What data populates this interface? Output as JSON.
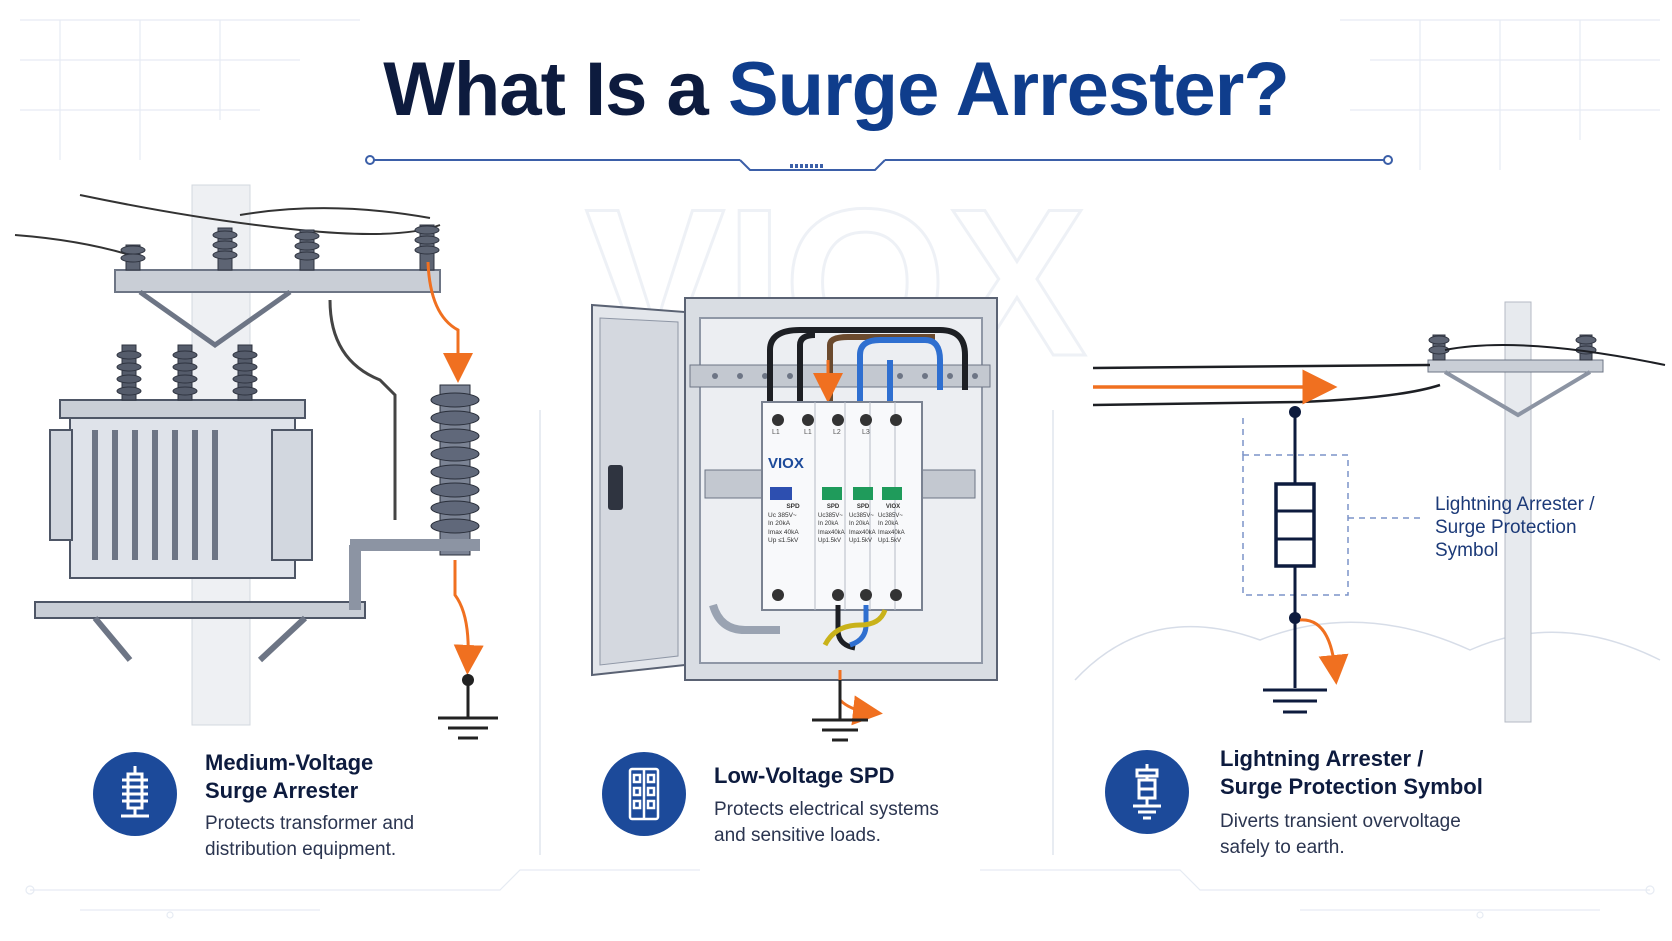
{
  "title": {
    "part1": "What Is a",
    "part2": "Surge Arrester?"
  },
  "watermark": "VIOX",
  "spd_panel": {
    "brand": "VIOX",
    "modules": [
      {
        "top_label": "L1",
        "type": "SPD",
        "spec1": "Uc 385V~",
        "spec2": "In 20kA",
        "spec3": "Imax 40kA",
        "spec4": "Up ≤1.5kV"
      },
      {
        "top_label": "L1",
        "type": "SPD",
        "spec1": "Uc385V~",
        "spec2": "In 20kA",
        "spec3": "Imax40kA",
        "spec4": "Up1.5kV"
      },
      {
        "top_label": "L2",
        "type": "SPD",
        "spec1": "Uc385V~",
        "spec2": "In 20kA",
        "spec3": "Imax40kA",
        "spec4": "Up1.5kV"
      },
      {
        "top_label": "L3",
        "type": "VIOX",
        "spec1": "Uc385V~",
        "spec2": "In 20kA",
        "spec3": "Imax40kA",
        "spec4": "Up1.5kV"
      }
    ]
  },
  "symbol_label": {
    "line1": "Lightning Arrester /",
    "line2": "Surge Protection",
    "line3": "Symbol"
  },
  "captions": [
    {
      "title1": "Medium-Voltage",
      "title2": "Surge Arrester",
      "desc1": "Protects transformer and",
      "desc2": "distribution equipment.",
      "icon": "arrester-icon"
    },
    {
      "title1": "Low-Voltage SPD",
      "desc1": "Protects electrical systems",
      "desc2": "and sensitive loads.",
      "icon": "spd-module-icon"
    },
    {
      "title1": "Lightning Arrester /",
      "title2": "Surge Protection Symbol",
      "desc1": "Diverts transient overvoltage",
      "desc2": "safely to earth.",
      "icon": "ground-arrester-icon"
    }
  ],
  "colors": {
    "navy": "#0d1b3e",
    "brand_blue": "#0f3d8c",
    "icon_blue": "#1c4a9a",
    "surge_orange": "#f07020",
    "steel": "#9aa3b2"
  }
}
